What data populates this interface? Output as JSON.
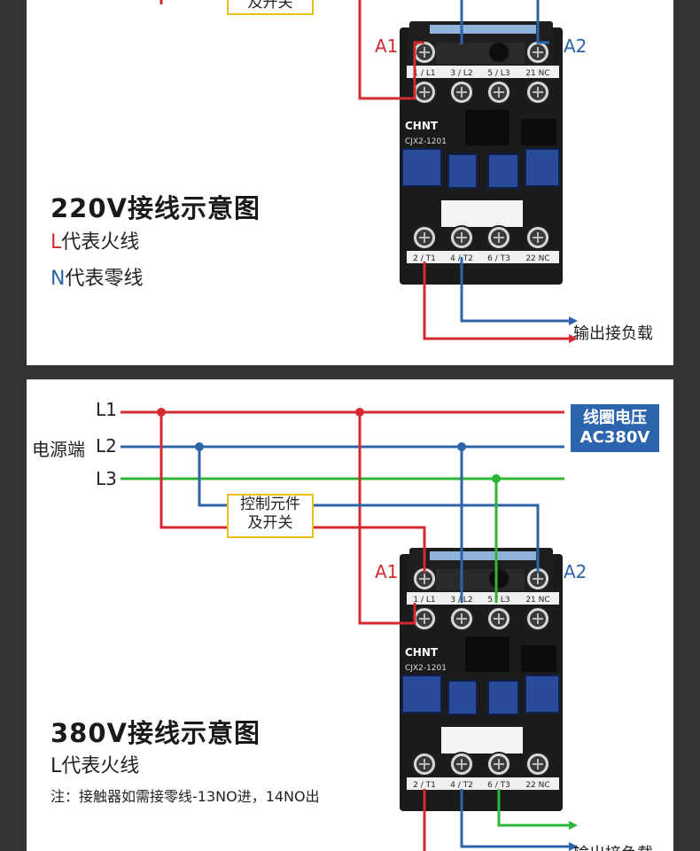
{
  "colors": {
    "red": "#d42a2f",
    "blue": "#2d63a9",
    "green": "#2fb536",
    "control_border": "#e8c21a",
    "coil_box": "#2c64ad",
    "contactor_body": "#1b1b1b"
  },
  "contactor": {
    "brand": "CHNT",
    "model": "CJX2-1201",
    "top_terminals": [
      "1 / L1",
      "3 / L2",
      "5 / L3",
      "21 NC"
    ],
    "bottom_terminals": [
      "2 / T1",
      "4 / T2",
      "6 / T3",
      "22 NC"
    ],
    "coil_left": "A1",
    "coil_right": "A2"
  },
  "panel_220": {
    "control_label_line2": "及开关",
    "title": "220V接线示意图",
    "legend_l_letter": "L",
    "legend_l_text": "代表火线",
    "legend_n_letter": "N",
    "legend_n_text": "代表零线",
    "output_label": "输出接负载"
  },
  "panel_380": {
    "source_label": "电源端",
    "lines": [
      "L1",
      "L2",
      "L3"
    ],
    "coil_voltage_line1": "线圈电压",
    "coil_voltage_line2": "AC380V",
    "control_label_line1": "控制元件",
    "control_label_line2": "及开关",
    "title": "380V接线示意图",
    "legend": "L代表火线",
    "note": "注：接触器如需接零线-13NO进，14NO出",
    "output_label": "输出接负载"
  }
}
